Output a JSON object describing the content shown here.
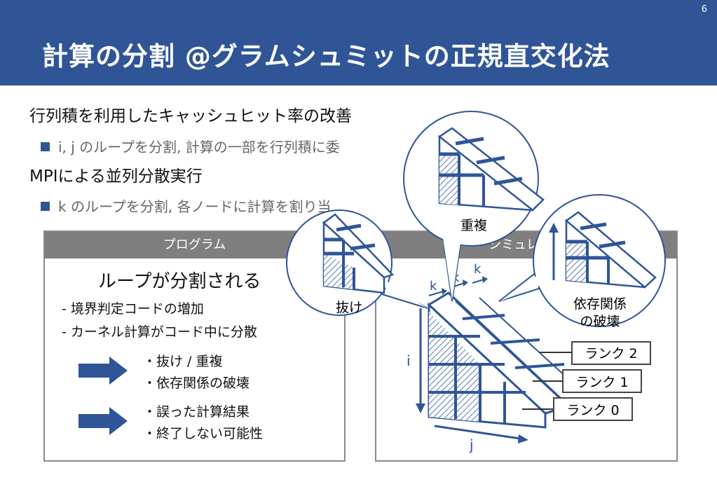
{
  "header": {
    "title": "計算の分割 @グラムシュミットの正規直交化法",
    "page_number": "6"
  },
  "bullets": [
    {
      "text": "行列積を利用したキャッシュヒット率の改善",
      "sub": "i, j のループを分割, 計算の一部を行列積に委"
    },
    {
      "text": "MPIによる並列分散実行",
      "sub": "k のループを分割, 各ノードに計算を割り当"
    }
  ],
  "program_panel": {
    "header": "プログラム",
    "heading": "ループが分割される",
    "lines": [
      "- 境界判定コードの増加",
      "- カーネル計算がコード中に分散"
    ],
    "effects_1": [
      "・抜け / 重複",
      "・依存関係の破壊"
    ],
    "effects_2": [
      "・誤った計算結果",
      "・終了しない可能性"
    ]
  },
  "sim_panel": {
    "header": "シミュレータ"
  },
  "callouts": {
    "missing": "抜け",
    "overlap": "重複",
    "dependency_1": "依存関係",
    "dependency_2": "の破壊"
  },
  "diagram": {
    "axis_i": "i",
    "axis_j": "j",
    "axis_k": "k",
    "ranks": [
      "ランク 2",
      "ランク 1",
      "ランク 0"
    ]
  },
  "colors": {
    "header_bg": "#2f5597",
    "accent": "#2f5597",
    "panel_header": "#7f7f7f",
    "hatch": "#5b7bb5"
  }
}
